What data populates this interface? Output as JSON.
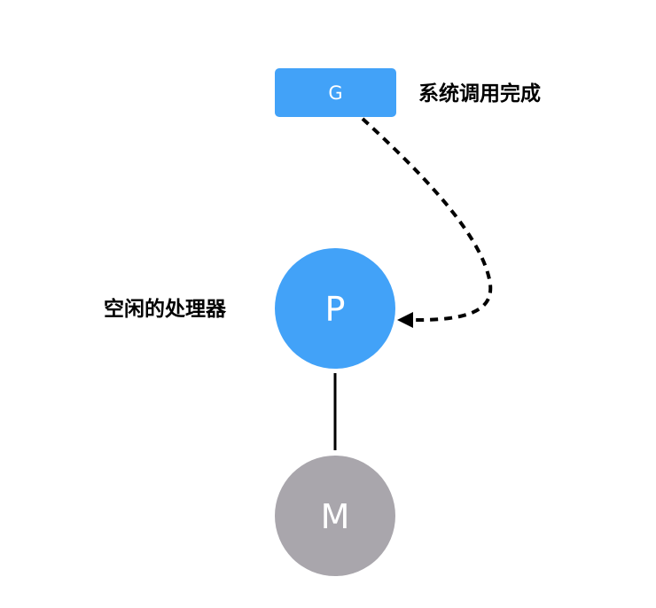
{
  "diagram": {
    "colors": {
      "goroutine": "#42A2F8",
      "processor": "#42A2F8",
      "machine": "#A9A6AC",
      "node_text": "#FFFFFF",
      "edge": "#000000"
    },
    "nodes": {
      "g": {
        "label": "G",
        "shape": "rounded-rectangle",
        "caption": "系统调用完成"
      },
      "p": {
        "label": "P",
        "shape": "circle",
        "caption": "空闲的处理器"
      },
      "m": {
        "label": "M",
        "shape": "circle"
      }
    },
    "edges": [
      {
        "from": "g",
        "to": "p",
        "style": "dashed",
        "arrow": true
      },
      {
        "from": "p",
        "to": "m",
        "style": "solid",
        "arrow": false
      }
    ]
  }
}
